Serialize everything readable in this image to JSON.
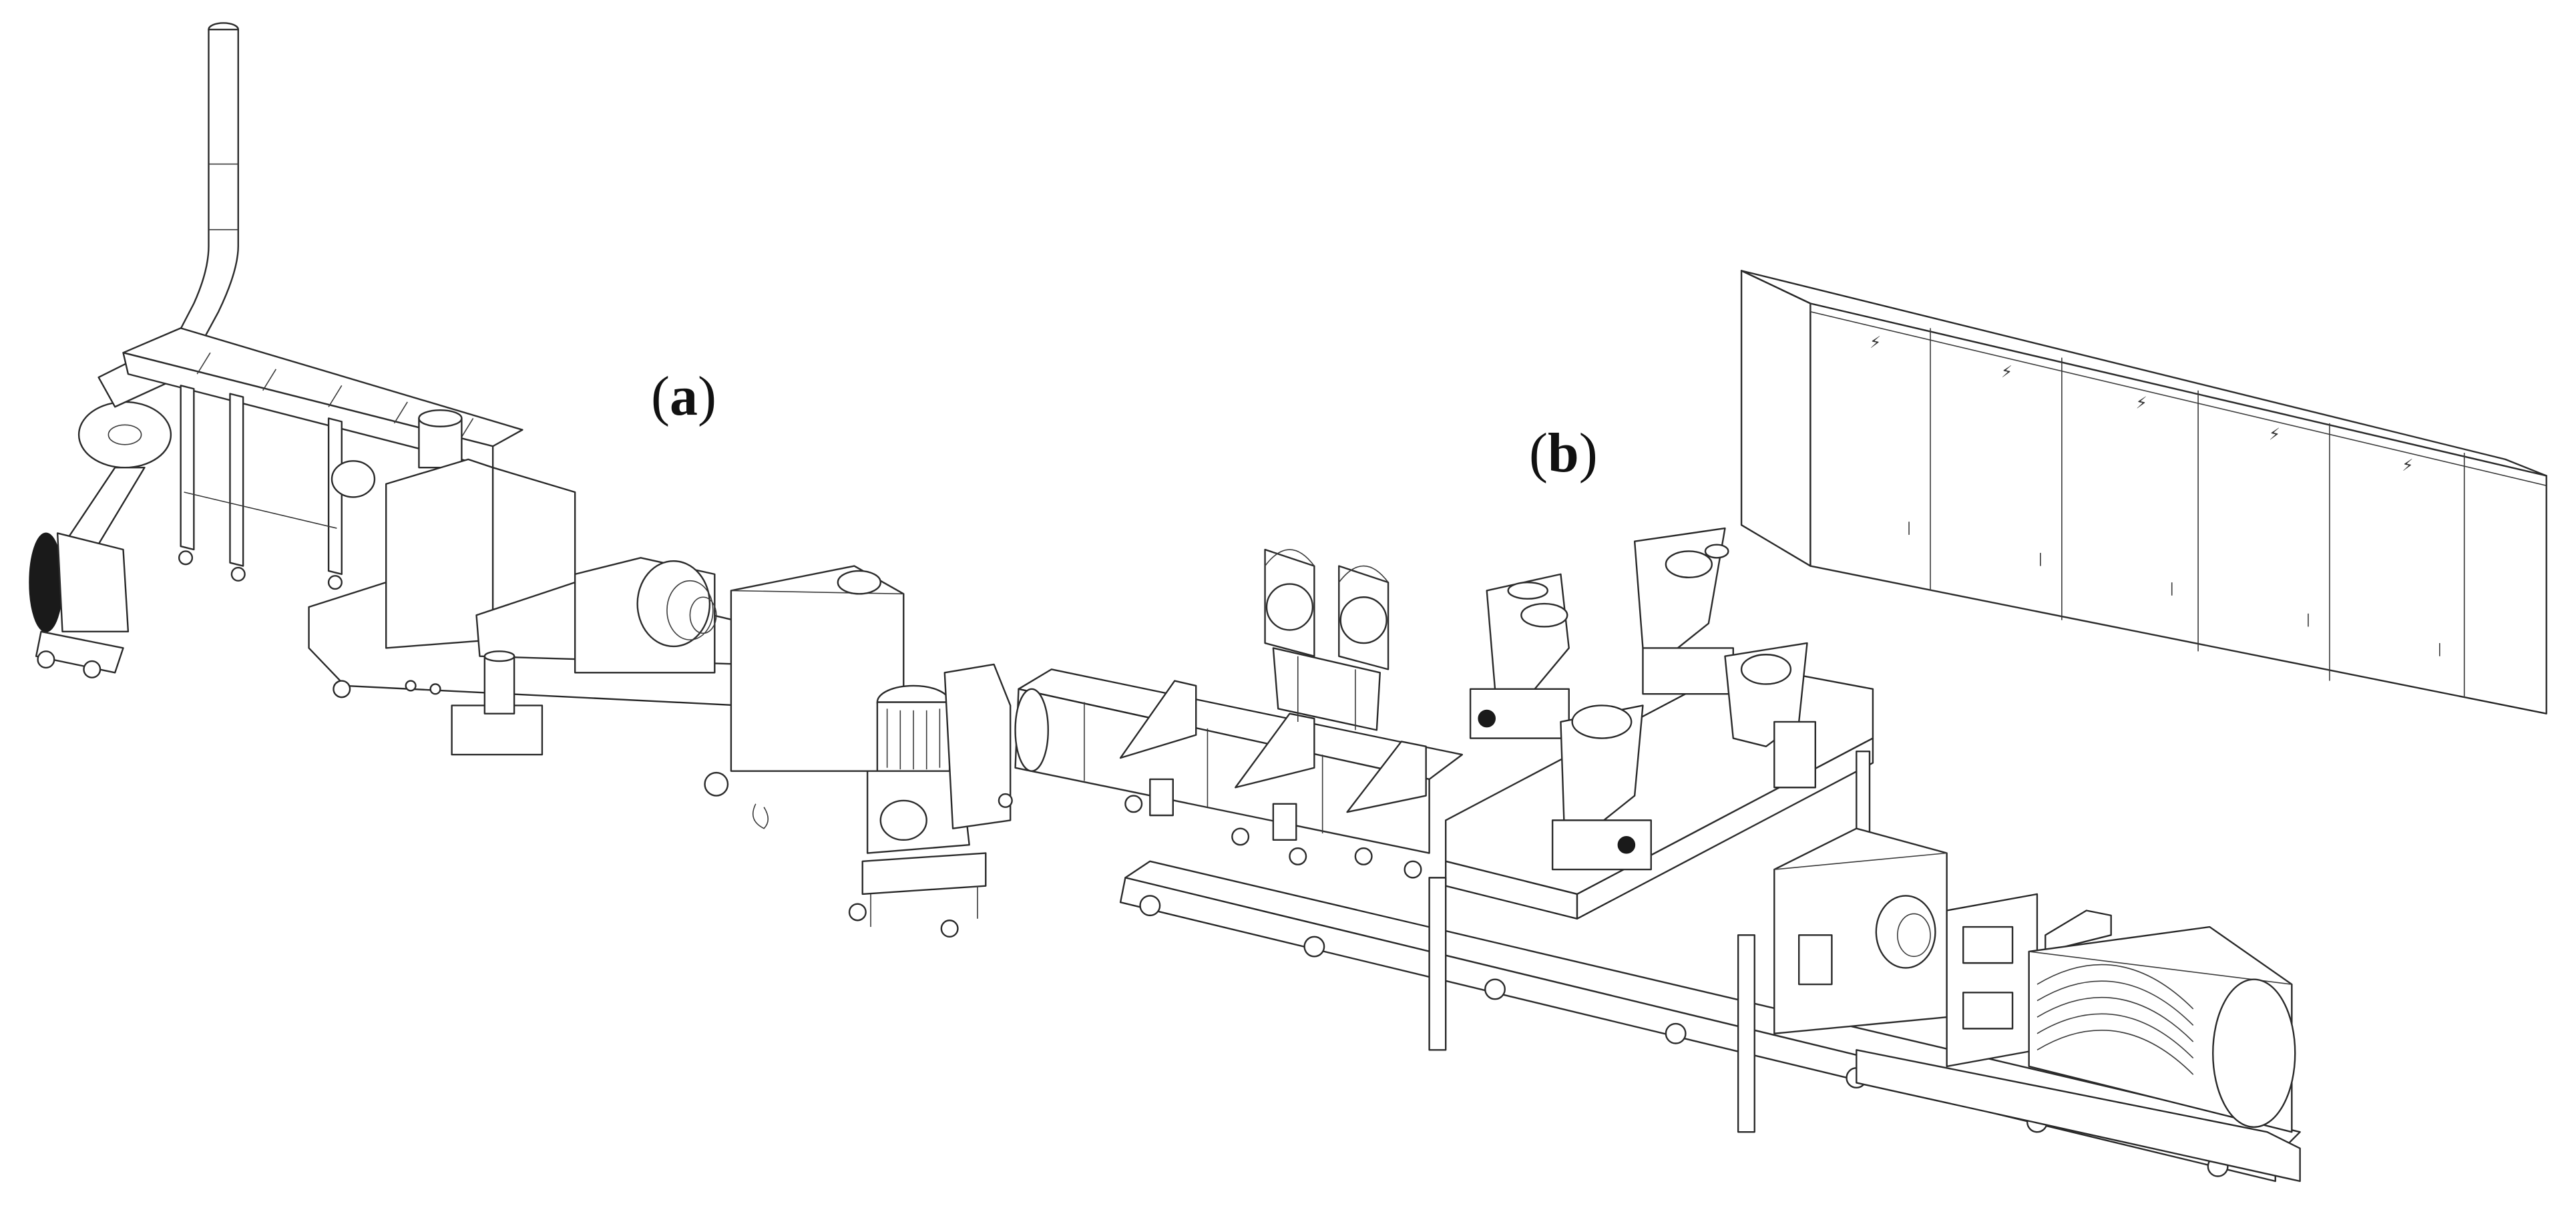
{
  "figure": {
    "panels": [
      {
        "id": "a",
        "label": "a"
      },
      {
        "id": "b",
        "label": "b"
      }
    ]
  }
}
